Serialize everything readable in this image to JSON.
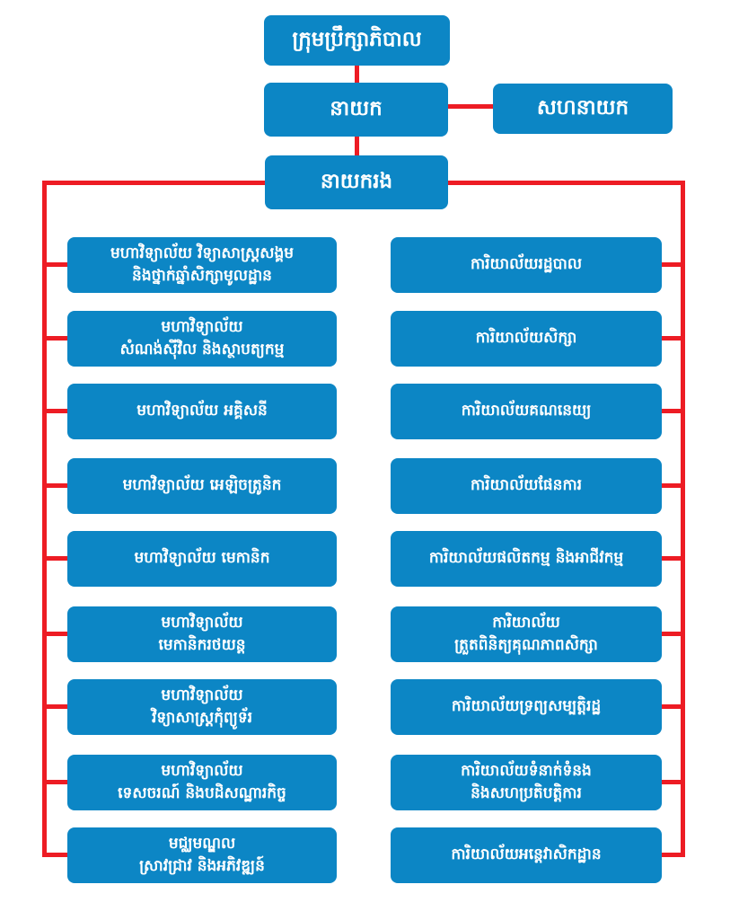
{
  "colors": {
    "box_blue": "#0c86c5",
    "line_red": "#ed1c24",
    "text_white": "#ffffff",
    "background": "#ffffff"
  },
  "org": {
    "root": "ក្រុមប្រឹក្សាភិបាល",
    "director": "នាយក",
    "co_director": "សហនាយក",
    "deputy_director": "នាយករង",
    "left_column": [
      "មហាវិទ្យាល័យ វិទ្យាសាស្ត្រសង្គម\nនិងថ្នាក់ឆ្នាំសិក្សាមូលដ្ឋាន",
      "មហាវិទ្យាល័យ\nសំណង់ស៊ីវិល និងស្ថាបត្យកម្ម",
      "មហាវិទ្យាល័យ អគ្គិសនី",
      "មហាវិទ្យាល័យ អេឡិចត្រូនិក",
      "មហាវិទ្យាល័យ មេកានិក",
      "មហាវិទ្យាល័យ\nមេកានិករថយន្ត",
      "មហាវិទ្យាល័យ\nវិទ្យាសាស្ត្រកុំព្យូទ័រ",
      "មហាវិទ្យាល័យ\nទេសចរណ៍ និងបដិសណ្ឋារកិច្ច",
      "មជ្ឈមណ្ឌល\nស្រាវជ្រាវ និងអភិវឌ្ឍន៍"
    ],
    "right_column": [
      "ការិយាល័យរដ្ឋបាល",
      "ការិយាល័យសិក្សា",
      "ការិយាល័យគណនេយ្យ",
      "ការិយាល័យផែនការ",
      "ការិយាល័យផលិតកម្ម និងអាជីវកម្ម",
      "ការិយាល័យ\nត្រួតពិនិត្យគុណភាពសិក្សា",
      "ការិយាល័យទ្រព្យសម្បត្តិរដ្ឋ",
      "ការិយាល័យទំនាក់ទំនង\nនិងសហប្រតិបត្តិការ",
      "ការិយាល័យអន្តេវាសិកដ្ឋាន"
    ]
  }
}
